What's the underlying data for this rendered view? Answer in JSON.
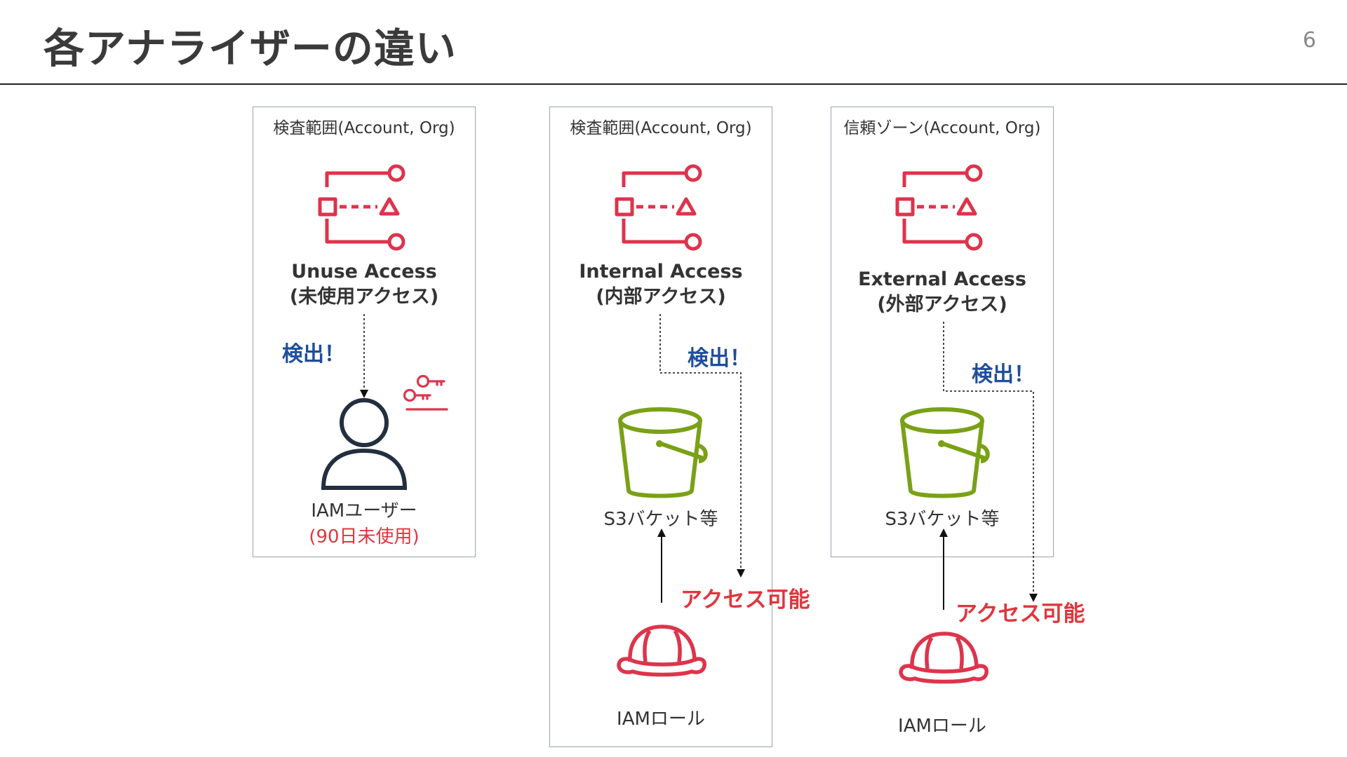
{
  "title": "各アナライザーの違い",
  "page_number": "6",
  "panels": [
    {
      "scope_label": "検査範囲(Account, Org)",
      "analyzer_name": "Unuse Access",
      "analyzer_sub": "(未使用アクセス)",
      "detect_label": "検出！",
      "resource_label": "IAMユーザー",
      "resource_sub": "(90日未使用)"
    },
    {
      "scope_label": "検査範囲(Account, Org)",
      "analyzer_name": "Internal Access",
      "analyzer_sub": "(内部アクセス)",
      "detect_label": "検出！",
      "resource_label": "S3バケット等",
      "access_label": "アクセス可能",
      "role_label": "IAMロール"
    },
    {
      "scope_label": "信頼ゾーン(Account, Org)",
      "analyzer_name": "External Access",
      "analyzer_sub": "(外部アクセス)",
      "detect_label": "検出！",
      "resource_label": "S3バケット等",
      "access_label": "アクセス可能",
      "role_label": "IAMロール"
    }
  ],
  "icons": [
    "analyzer-icon",
    "user-icon",
    "keys-icon",
    "s3-bucket-icon",
    "helmet-icon"
  ],
  "colors": {
    "analyzer_red": "#dd344c",
    "bucket_green": "#7aa116",
    "detect_blue": "#1f4e9c",
    "access_red": "#e0363e",
    "user_navy": "#232f3e"
  }
}
